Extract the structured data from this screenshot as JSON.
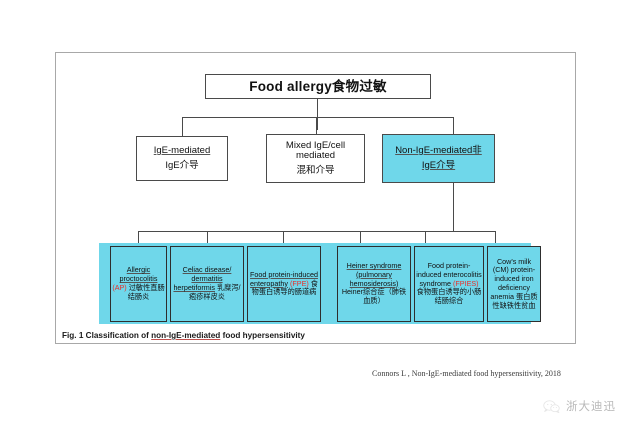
{
  "figure": {
    "title": "Food allergy食物过敏",
    "categories": [
      {
        "en": "IgE-mediated",
        "zh": "IgE介导",
        "highlight": false
      },
      {
        "en": "Mixed IgE/cell mediated",
        "zh": "混和介导",
        "highlight": false
      },
      {
        "en": "Non-IgE-mediated非",
        "zh": "IgE介导",
        "highlight": true
      }
    ],
    "leaves": [
      {
        "en": "Allergic proctocolitis",
        "acronym": "(AP)",
        "zh": "过敏性直肠结肠炎"
      },
      {
        "en": "Celiac disease/ dermatitis herpetiformis",
        "acronym": "",
        "zh": "乳糜泻/疱疹样皮炎"
      },
      {
        "en": "Food protein-induced enteropathy",
        "acronym": "(FPE)",
        "zh": "食物蛋白诱导的肠道病"
      },
      {
        "en": "Heiner syndrome (pulmonary hemosiderosis)",
        "acronym": "",
        "zh": "Heiner综合症（肺铁血质）"
      },
      {
        "en": "Food protein-induced enterocolitis syndrome",
        "acronym": "(FPIES)",
        "zh": "食物蛋白诱导的小肠结肠综合"
      },
      {
        "en": "Cow's milk (CM) protein-induced iron deficiency anemia",
        "acronym": "",
        "zh": "蛋白质性缺铁性贫血"
      }
    ],
    "caption_prefix": "Fig. 1 Classification of ",
    "caption_underlined": "non-IgE-mediated",
    "caption_suffix": " food hypersensitivity"
  },
  "citation": "Connors L , Non-IgE-mediated food hypersensitivity, 2018",
  "footer": {
    "account_name": "浙大迪迅"
  },
  "colors": {
    "highlight_cyan": "#6fd7ea",
    "acronym_red": "#e8302a",
    "line_gray": "#4a4a4a",
    "frame_gray": "#a8a8a8"
  }
}
